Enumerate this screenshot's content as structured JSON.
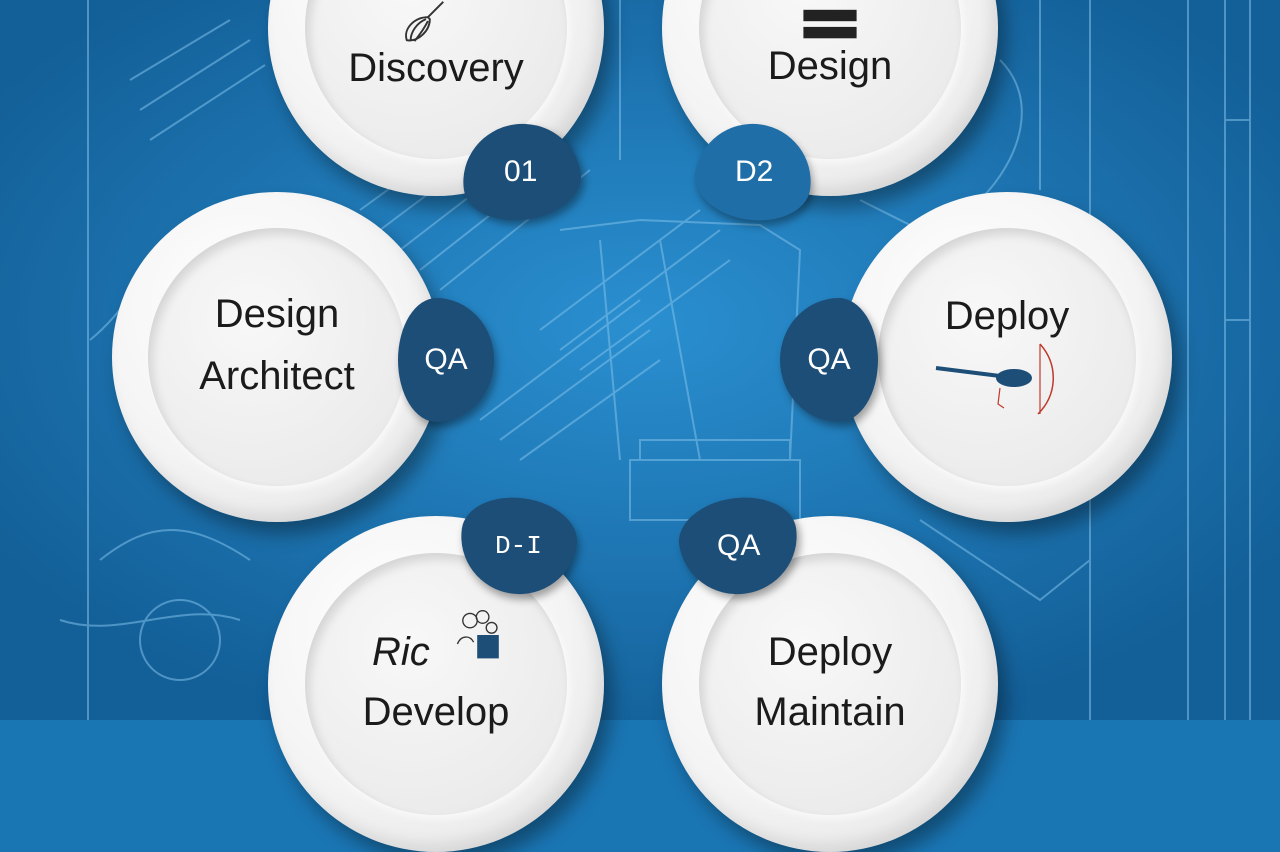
{
  "colors": {
    "background": "#1a75b3",
    "badge_dark": "#1d4e78",
    "badge_mid": "#1f6ea8",
    "text": "#1b1b1b"
  },
  "steps": [
    {
      "label": "Discovery",
      "badge": "01",
      "icon": "whisk-icon"
    },
    {
      "label": "Design",
      "badge": "D2",
      "icon": "monitor-icon"
    },
    {
      "label_line1": "Design",
      "label_line2": "Architect",
      "badge": "QA"
    },
    {
      "label": "Deploy",
      "badge": "QA",
      "icon": "spoon-icon"
    },
    {
      "label_line1": "Ric",
      "label_line2": "Develop",
      "badge": "D-I",
      "icon": "chef-pot-icon"
    },
    {
      "label_line1": "Deploy",
      "label_line2": "Maintain",
      "badge": "QA"
    }
  ]
}
